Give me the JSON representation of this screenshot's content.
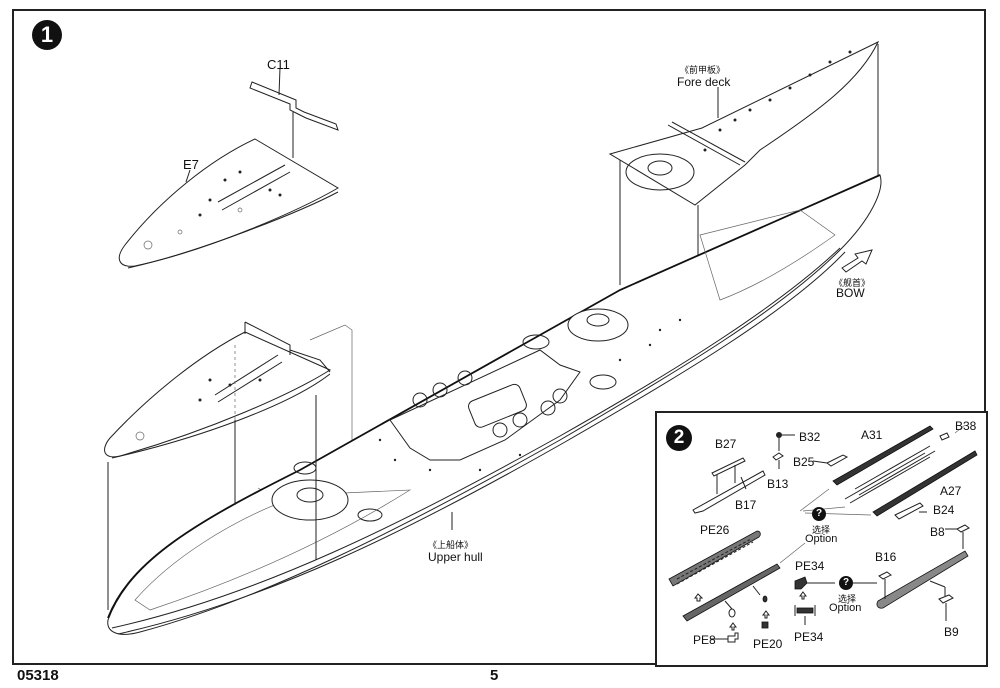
{
  "document": {
    "kit_number": "05318",
    "page_number": "5"
  },
  "step1": {
    "badge": "1",
    "parts": {
      "c11": "C11",
      "e7": "E7",
      "fore_deck_cn": "《前甲板》",
      "fore_deck": "Fore deck",
      "bow_cn": "《舰首》",
      "bow": "BOW",
      "upper_hull_cn": "《上船体》",
      "upper_hull": "Upper hull"
    },
    "icons": {
      "bow_arrow": "direction-arrow-icon"
    }
  },
  "step2": {
    "badge": "2",
    "parts": {
      "b27": "B27",
      "b17": "B17",
      "b32": "B32",
      "b13": "B13",
      "b25": "B25",
      "a31": "A31",
      "b38": "B38",
      "a27": "A27",
      "b24": "B24",
      "pe26": "PE26",
      "pe8": "PE8",
      "pe20": "PE20",
      "pe34_top": "PE34",
      "pe34_bottom": "PE34",
      "b16": "B16",
      "b8": "B8",
      "b9": "B9"
    },
    "options": [
      {
        "icon": "?",
        "label_cn": "选择",
        "label": "Option"
      },
      {
        "icon": "?",
        "label_cn": "选择",
        "label": "Option"
      }
    ]
  }
}
